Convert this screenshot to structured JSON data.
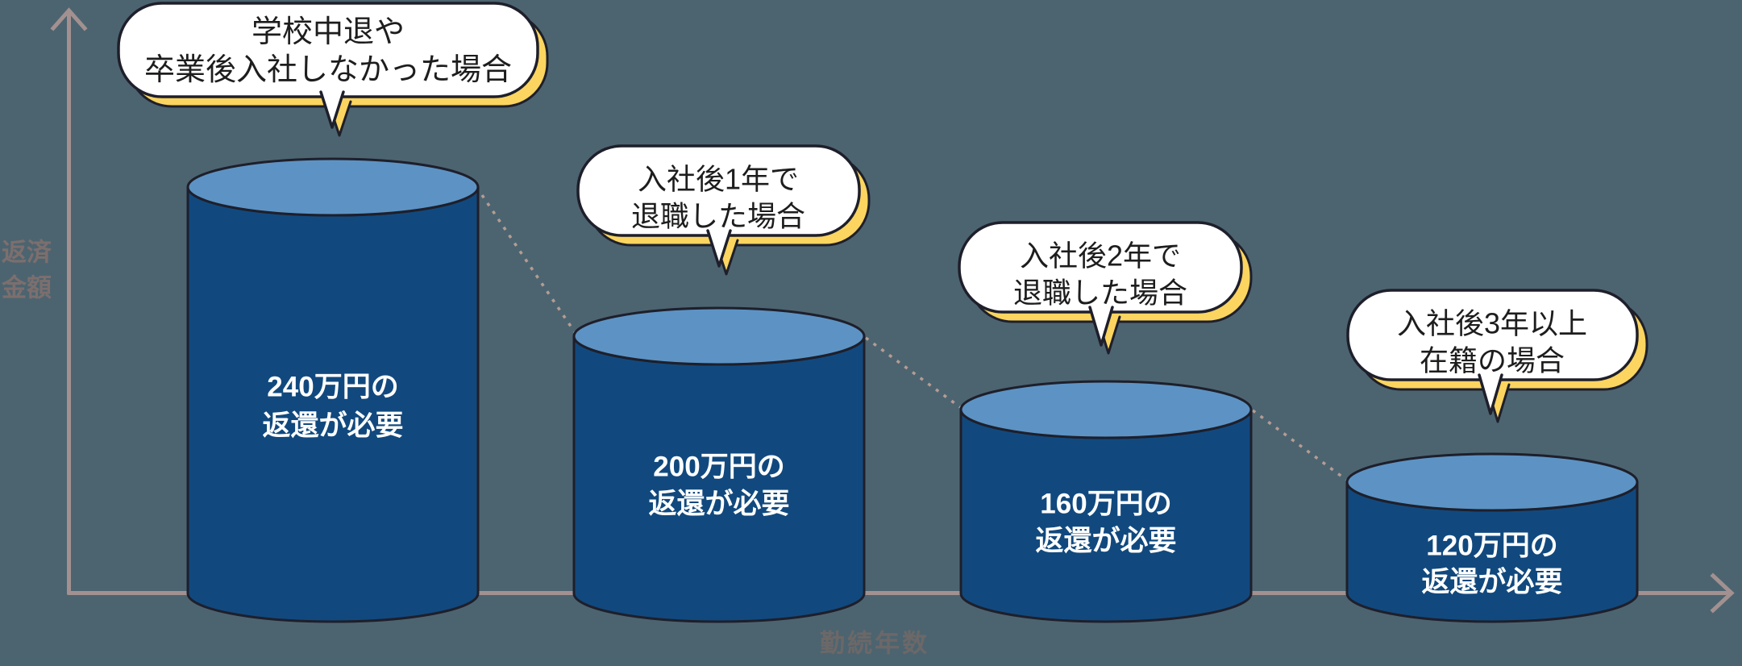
{
  "colors": {
    "bg": "#4C6470",
    "cyl-body": "#11497E",
    "cyl-top": "#5C93C4",
    "outline": "#1E1F2B",
    "bubble-fill": "#FFFFFF",
    "bubble-shadow": "#FBD55F",
    "axis": "#A29190",
    "y-label": "#7C6F6E",
    "x-label": "#6C6868",
    "connector": "#B59C94",
    "bar-text": "#FFFFFF",
    "bubble-text": "#1D1D1D"
  },
  "axes": {
    "y_label_line1": "返済",
    "y_label_line2": "金額",
    "x_label": "勤続年数"
  },
  "items": [
    {
      "bubble_line1": "学校中退や",
      "bubble_line2": "卒業後入社しなかった場合",
      "bar_line1": "240万円の",
      "bar_line2": "返還が必要",
      "value_man_yen": 240
    },
    {
      "bubble_line1": "入社後1年で",
      "bubble_line2": "退職した場合",
      "bar_line1": "200万円の",
      "bar_line2": "返還が必要",
      "value_man_yen": 200
    },
    {
      "bubble_line1": "入社後2年で",
      "bubble_line2": "退職した場合",
      "bar_line1": "160万円の",
      "bar_line2": "返還が必要",
      "value_man_yen": 160
    },
    {
      "bubble_line1": "入社後3年以上",
      "bubble_line2": "在籍の場合",
      "bar_line1": "120万円の",
      "bar_line2": "返還が必要",
      "value_man_yen": 120
    }
  ],
  "chart_data": {
    "type": "bar",
    "categories": [
      "学校中退や卒業後入社しなかった場合",
      "入社後1年で退職した場合",
      "入社後2年で退職した場合",
      "入社後3年以上在籍の場合"
    ],
    "values": [
      240,
      200,
      160,
      120
    ],
    "unit": "万円",
    "annotations": [
      "240万円の返還が必要",
      "200万円の返還が必要",
      "160万円の返還が必要",
      "120万円の返還が必要"
    ],
    "xlabel": "勤続年数",
    "ylabel": "返済金額",
    "legend": "none",
    "grid": false,
    "style": "3d-cylinder pictograph, decreasing steps connected by dotted lines"
  }
}
